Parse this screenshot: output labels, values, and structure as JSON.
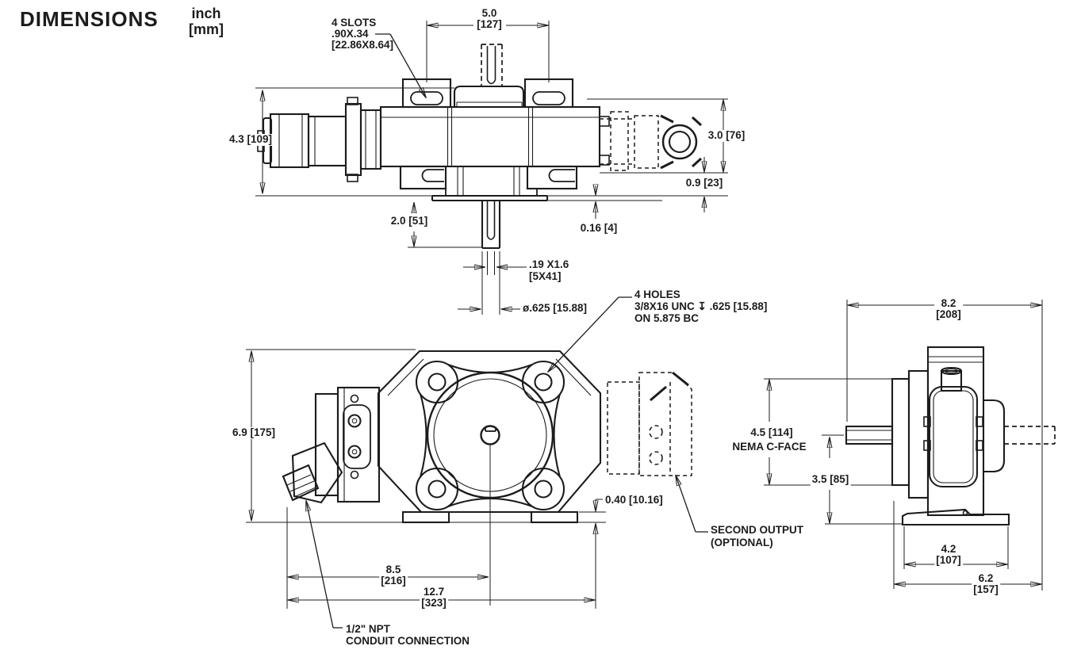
{
  "title": "DIMENSIONS",
  "units": {
    "line1": "inch",
    "line2": "[mm]"
  },
  "top_view": {
    "slots_note": {
      "l1": "4 SLOTS",
      "l2": ".90X.34",
      "l3": "[22.86X8.64]"
    },
    "width_5": {
      "v": "5.0",
      "mm": "[127]"
    },
    "height_43": "4.3 [109]",
    "height_30": "3.0 [76]",
    "offset_09": "0.9 [23]",
    "shaft_len_20": "2.0 [51]",
    "plate_016": "0.16 [4]",
    "key": {
      "l1": ".19 X1.6",
      "l2": "[5X41]"
    },
    "shaft_dia": "ø.625 [15.88]"
  },
  "front_view": {
    "holes_note": {
      "l1": "4 HOLES",
      "l2": "3/8X16 UNC ↧ .625 [15.88]",
      "l3": "ON 5.875 BC"
    },
    "height_69": "6.9 [175]",
    "feet_040": "0.40 [10.16]",
    "center_85": {
      "v": "8.5",
      "mm": "[216]"
    },
    "total_127": {
      "v": "12.7",
      "mm": "[323]"
    },
    "conduit": {
      "l1": "1/2\" NPT",
      "l2": "CONDUIT CONNECTION"
    },
    "second_output": {
      "l1": "SECOND OUTPUT",
      "l2": "(OPTIONAL)"
    }
  },
  "side_view": {
    "width_82": {
      "v": "8.2",
      "mm": "[208]"
    },
    "cface_45": "4.5 [114]",
    "cface_label": "NEMA C-FACE",
    "height_35": "3.5 [85]",
    "base_42": {
      "v": "4.2",
      "mm": "[107]"
    },
    "base_62": {
      "v": "6.2",
      "mm": "[157]"
    }
  },
  "colors": {
    "ink": "#1c1c1c",
    "bg": "#ffffff"
  }
}
